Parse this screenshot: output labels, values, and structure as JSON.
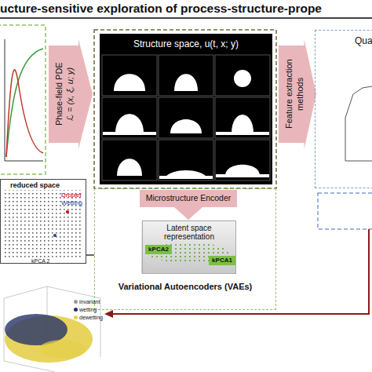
{
  "diagram": {
    "title": "ucture-sensitive exploration of process-structure-prope",
    "nodes": [
      {
        "text": [
          "Phase-field PDE",
          "ℒ = (x, ξ, u; y)"
        ]
      },
      {
        "text": [
          "Structure space, u(t, x; y)"
        ]
      },
      {
        "text": [
          "Feature extraction methods"
        ]
      },
      {
        "text": [
          "Qua"
        ]
      },
      {
        "text": [
          "Microstructure Encoder"
        ]
      },
      {
        "text": [
          "reduced space"
        ]
      },
      {
        "text": [
          "Variational Autoencoders (VAEs)"
        ]
      },
      {
        "text": [
          "Latent space representation"
        ],
        "in": 6
      },
      {
        "text": [
          "kPCA2"
        ],
        "in": 7
      },
      {
        "text": [
          "kPCA1"
        ],
        "in": 7
      }
    ],
    "edges": [
      {
        "from": 5,
        "to": 6,
        "arrow": "none"
      }
    ],
    "labels": [
      "kPCA 2",
      "Droplet",
      "Wetting"
    ],
    "legend": [
      {
        "text": "invariant",
        "color": "#9a9a9a"
      },
      {
        "text": "wetting",
        "color": "#26336b"
      },
      {
        "text": "dewetting",
        "color": "#e6cf4a"
      }
    ]
  }
}
